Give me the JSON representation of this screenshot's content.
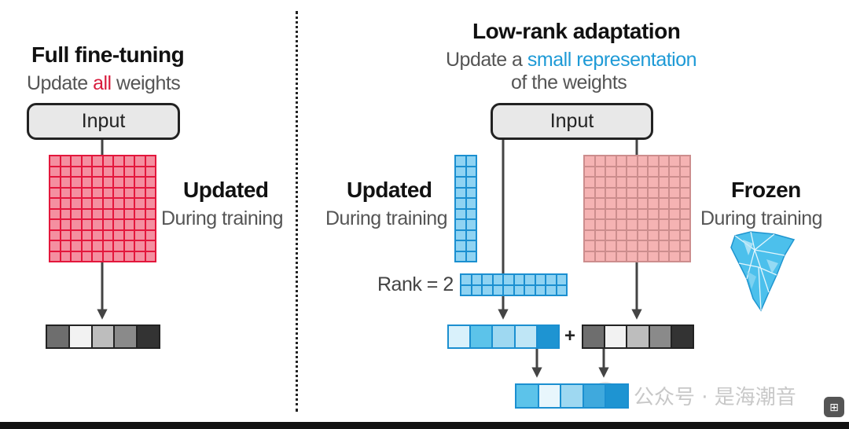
{
  "left": {
    "title": "Full fine-tuning",
    "subtitle_pre": "Update ",
    "subtitle_highlight": "all",
    "subtitle_post": " weights",
    "input_label": "Input",
    "updated_label": "Updated",
    "during_label": "During training",
    "output_shades": [
      "#6e6e6e",
      "#f2f2f2",
      "#bdbdbd",
      "#8a8a8a",
      "#333333"
    ]
  },
  "right": {
    "title": "Low-rank adaptation",
    "subtitle_pre": "Update a ",
    "subtitle_highlight": "small representation",
    "subtitle_line2": "of the weights",
    "input_label": "Input",
    "updated_label": "Updated",
    "updated_during": "During training",
    "frozen_label": "Frozen",
    "frozen_during": "During training",
    "rank_label": "Rank = 2",
    "plus": "+",
    "lora_out_shades": [
      "#d9f1fb",
      "#5cc3ea",
      "#9ed8f1",
      "#bfe6f6",
      "#1e94d2"
    ],
    "frozen_out_shades": [
      "#6e6e6e",
      "#f2f2f2",
      "#bdbdbd",
      "#8a8a8a",
      "#333333"
    ],
    "sum_shades": [
      "#5cc3ea",
      "#e8f6fc",
      "#9ed8f1",
      "#3fa9dd",
      "#1e94d2"
    ]
  },
  "colors": {
    "red_fill": "#f48fa0",
    "red_line": "#e3173c",
    "blue_fill": "#8fd3f2",
    "blue_line": "#1b8fd0",
    "pink_fill": "#f5b3b3",
    "pink_line": "#cc8d8d"
  },
  "watermark": {
    "text": "公众号 · 是海潮音"
  }
}
